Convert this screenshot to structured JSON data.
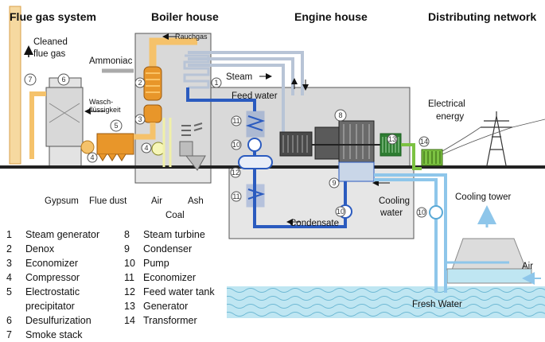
{
  "sections": {
    "flue_gas_system": "Flue gas system",
    "boiler_house": "Boiler house",
    "engine_house": "Engine house",
    "distributing_network": "Distributing network"
  },
  "labels": {
    "cleaned_flue_gas_1": "Cleaned",
    "cleaned_flue_gas_2": "flue gas",
    "rauchgas": "Rauchgas",
    "ammoniac": "Ammoniac",
    "wasch_1": "Wasch-",
    "wasch_2": "flüssigkeit",
    "steam": "Steam",
    "feed_water": "Feed water",
    "electrical_energy_1": "Electrical",
    "electrical_energy_2": "energy",
    "gypsum": "Gypsum",
    "flue_dust": "Flue dust",
    "air_in": "Air",
    "coal": "Coal",
    "ash": "Ash",
    "cooling_water_1": "Cooling",
    "cooling_water_2": "water",
    "condensate": "Condensate",
    "cooling_tower": "Cooling tower",
    "air_tower": "Air",
    "fresh_water": "Fresh Water"
  },
  "markers": [
    "1",
    "2",
    "3",
    "4",
    "5",
    "6",
    "7",
    "8",
    "9",
    "10",
    "11",
    "12",
    "13",
    "14"
  ],
  "legend": [
    {
      "num": "1",
      "text": "Steam generator"
    },
    {
      "num": "2",
      "text": "Denox"
    },
    {
      "num": "3",
      "text": "Economizer"
    },
    {
      "num": "4",
      "text": "Compressor"
    },
    {
      "num": "5",
      "text": "Electrostatic"
    },
    {
      "num": "",
      "text": "precipitator"
    },
    {
      "num": "6",
      "text": "Desulfurization"
    },
    {
      "num": "7",
      "text": "Smoke stack"
    },
    {
      "num": "8",
      "text": "Steam turbine"
    },
    {
      "num": "9",
      "text": "Condenser"
    },
    {
      "num": "10",
      "text": "Pump"
    },
    {
      "num": "11",
      "text": "Economizer"
    },
    {
      "num": "12",
      "text": "Feed water tank"
    },
    {
      "num": "13",
      "text": "Generator"
    },
    {
      "num": "14",
      "text": "Transformer"
    }
  ],
  "colors": {
    "flue_gas": "#f5c26b",
    "flue_gas_dark": "#e8962a",
    "steam": "#b8c4d6",
    "feed_water": "#2b5bbf",
    "cooling": "#8ec6ea",
    "building": "#d9d9d9",
    "water": "#bfe6f2"
  }
}
